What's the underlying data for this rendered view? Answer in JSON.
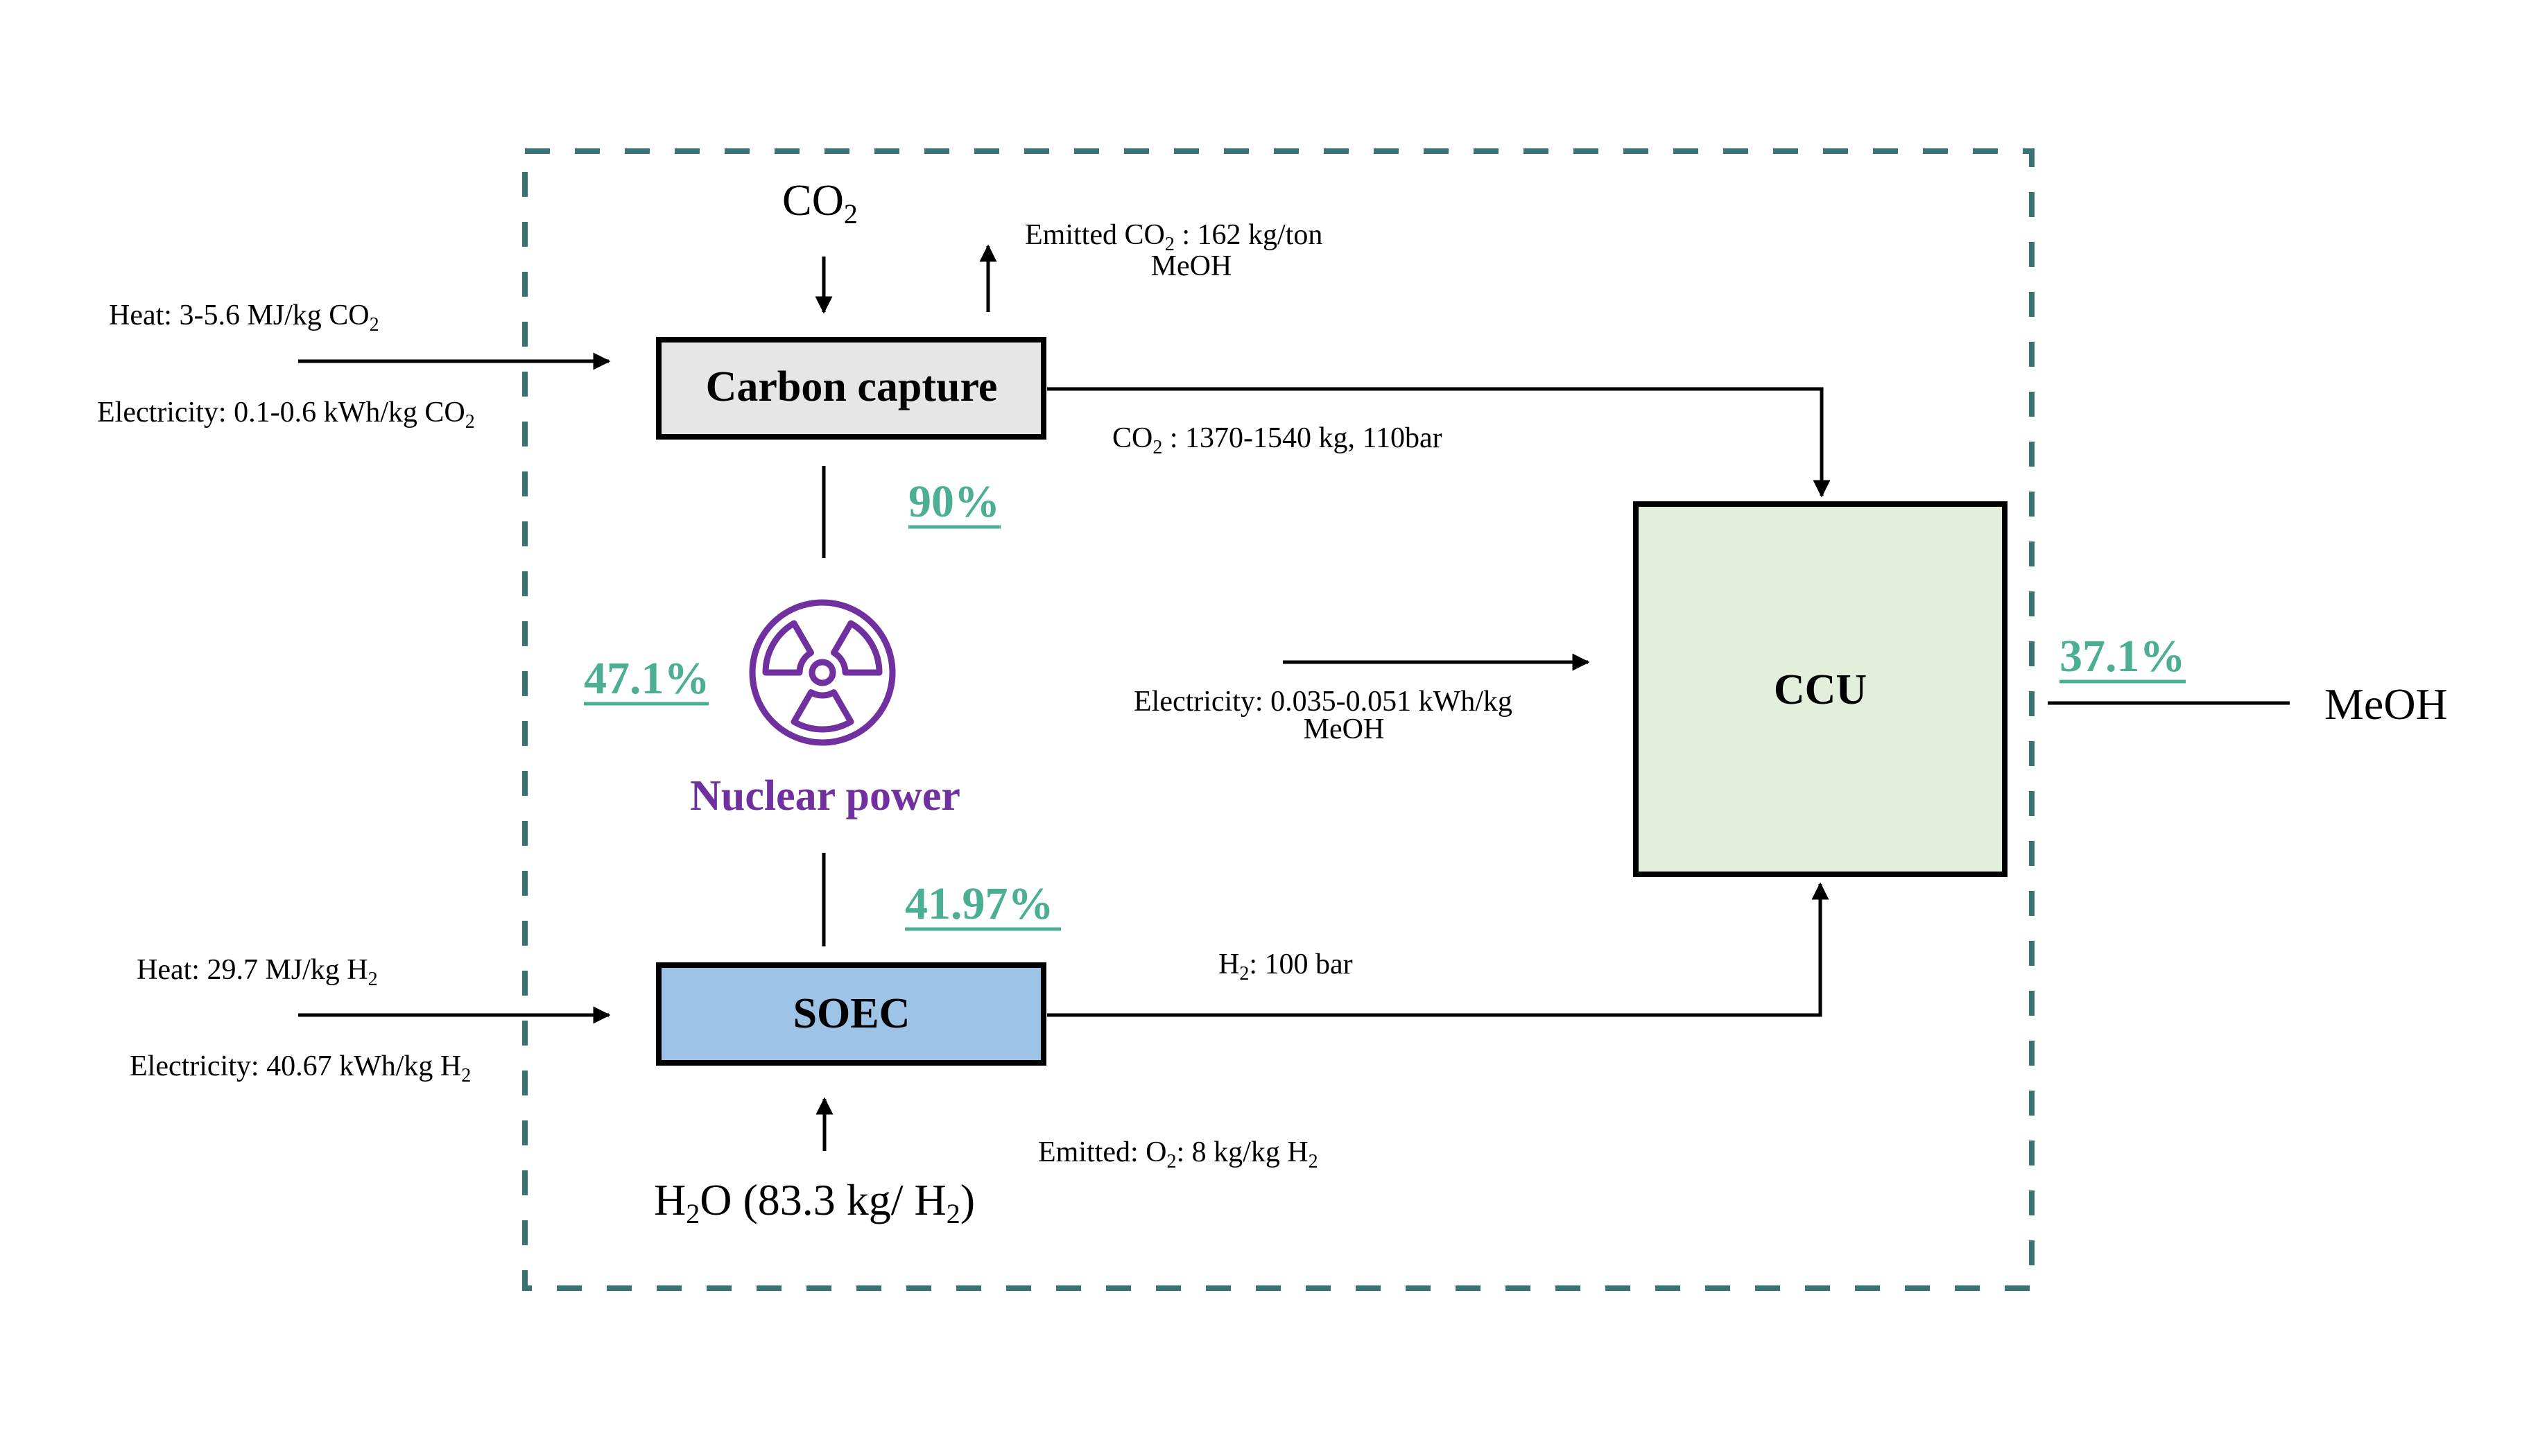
{
  "colors": {
    "boundary": "#3a7373",
    "efficiency": "#4caf93",
    "nuclear": "#7030a0",
    "carbon_capture_fill": "#e6e6e6",
    "soec_fill": "#9dc3e6",
    "ccu_fill": "#e2efda",
    "line": "#000000"
  },
  "units": {
    "carbon_capture": {
      "label": "Carbon capture"
    },
    "soec": {
      "label": "SOEC"
    },
    "ccu": {
      "label": "CCU"
    },
    "nuclear": {
      "label": "Nuclear power",
      "icon": "radiation-icon"
    }
  },
  "inputs": {
    "co2_feed": {
      "main": "CO",
      "sub": "2"
    },
    "h2o_feed": {
      "p1": "H",
      "s1": "2",
      "p2": "O (83.3 kg/ H",
      "s2": "2",
      "p3": ")"
    },
    "cc_heat": {
      "main": "Heat: 3-5.6 MJ/kg CO",
      "sub": "2"
    },
    "cc_electricity": {
      "main": "Electricity: 0.1-0.6 kWh/kg CO",
      "sub": "2"
    },
    "soec_heat": {
      "main": "Heat: 29.7 MJ/kg H",
      "sub": "2"
    },
    "soec_electricity": {
      "main": "Electricity: 40.67 kWh/kg H",
      "sub": "2"
    },
    "ccu_electricity": {
      "line1": "Electricity: 0.035-0.051 kWh/kg",
      "line2": "MeOH"
    }
  },
  "streams": {
    "emitted_co2": {
      "p1": "Emitted CO",
      "s1": "2",
      "p2": " : 162 kg/ton",
      "line2": "MeOH"
    },
    "co2_to_ccu": {
      "p1": "CO",
      "s1": "2",
      "p2": " : 1370-1540 kg, 110bar"
    },
    "h2_to_ccu": {
      "p1": "H",
      "s1": "2",
      "p2": ": 100 bar"
    },
    "emitted_o2": {
      "p1": "Emitted: O",
      "s1": "2",
      "p2": ": 8 kg/kg H",
      "s2": "2"
    },
    "product": {
      "label": "MeOH"
    }
  },
  "efficiencies": {
    "carbon_capture": "90%",
    "nuclear": "47.1%",
    "soec": "41.97%",
    "overall": "37.1%"
  }
}
